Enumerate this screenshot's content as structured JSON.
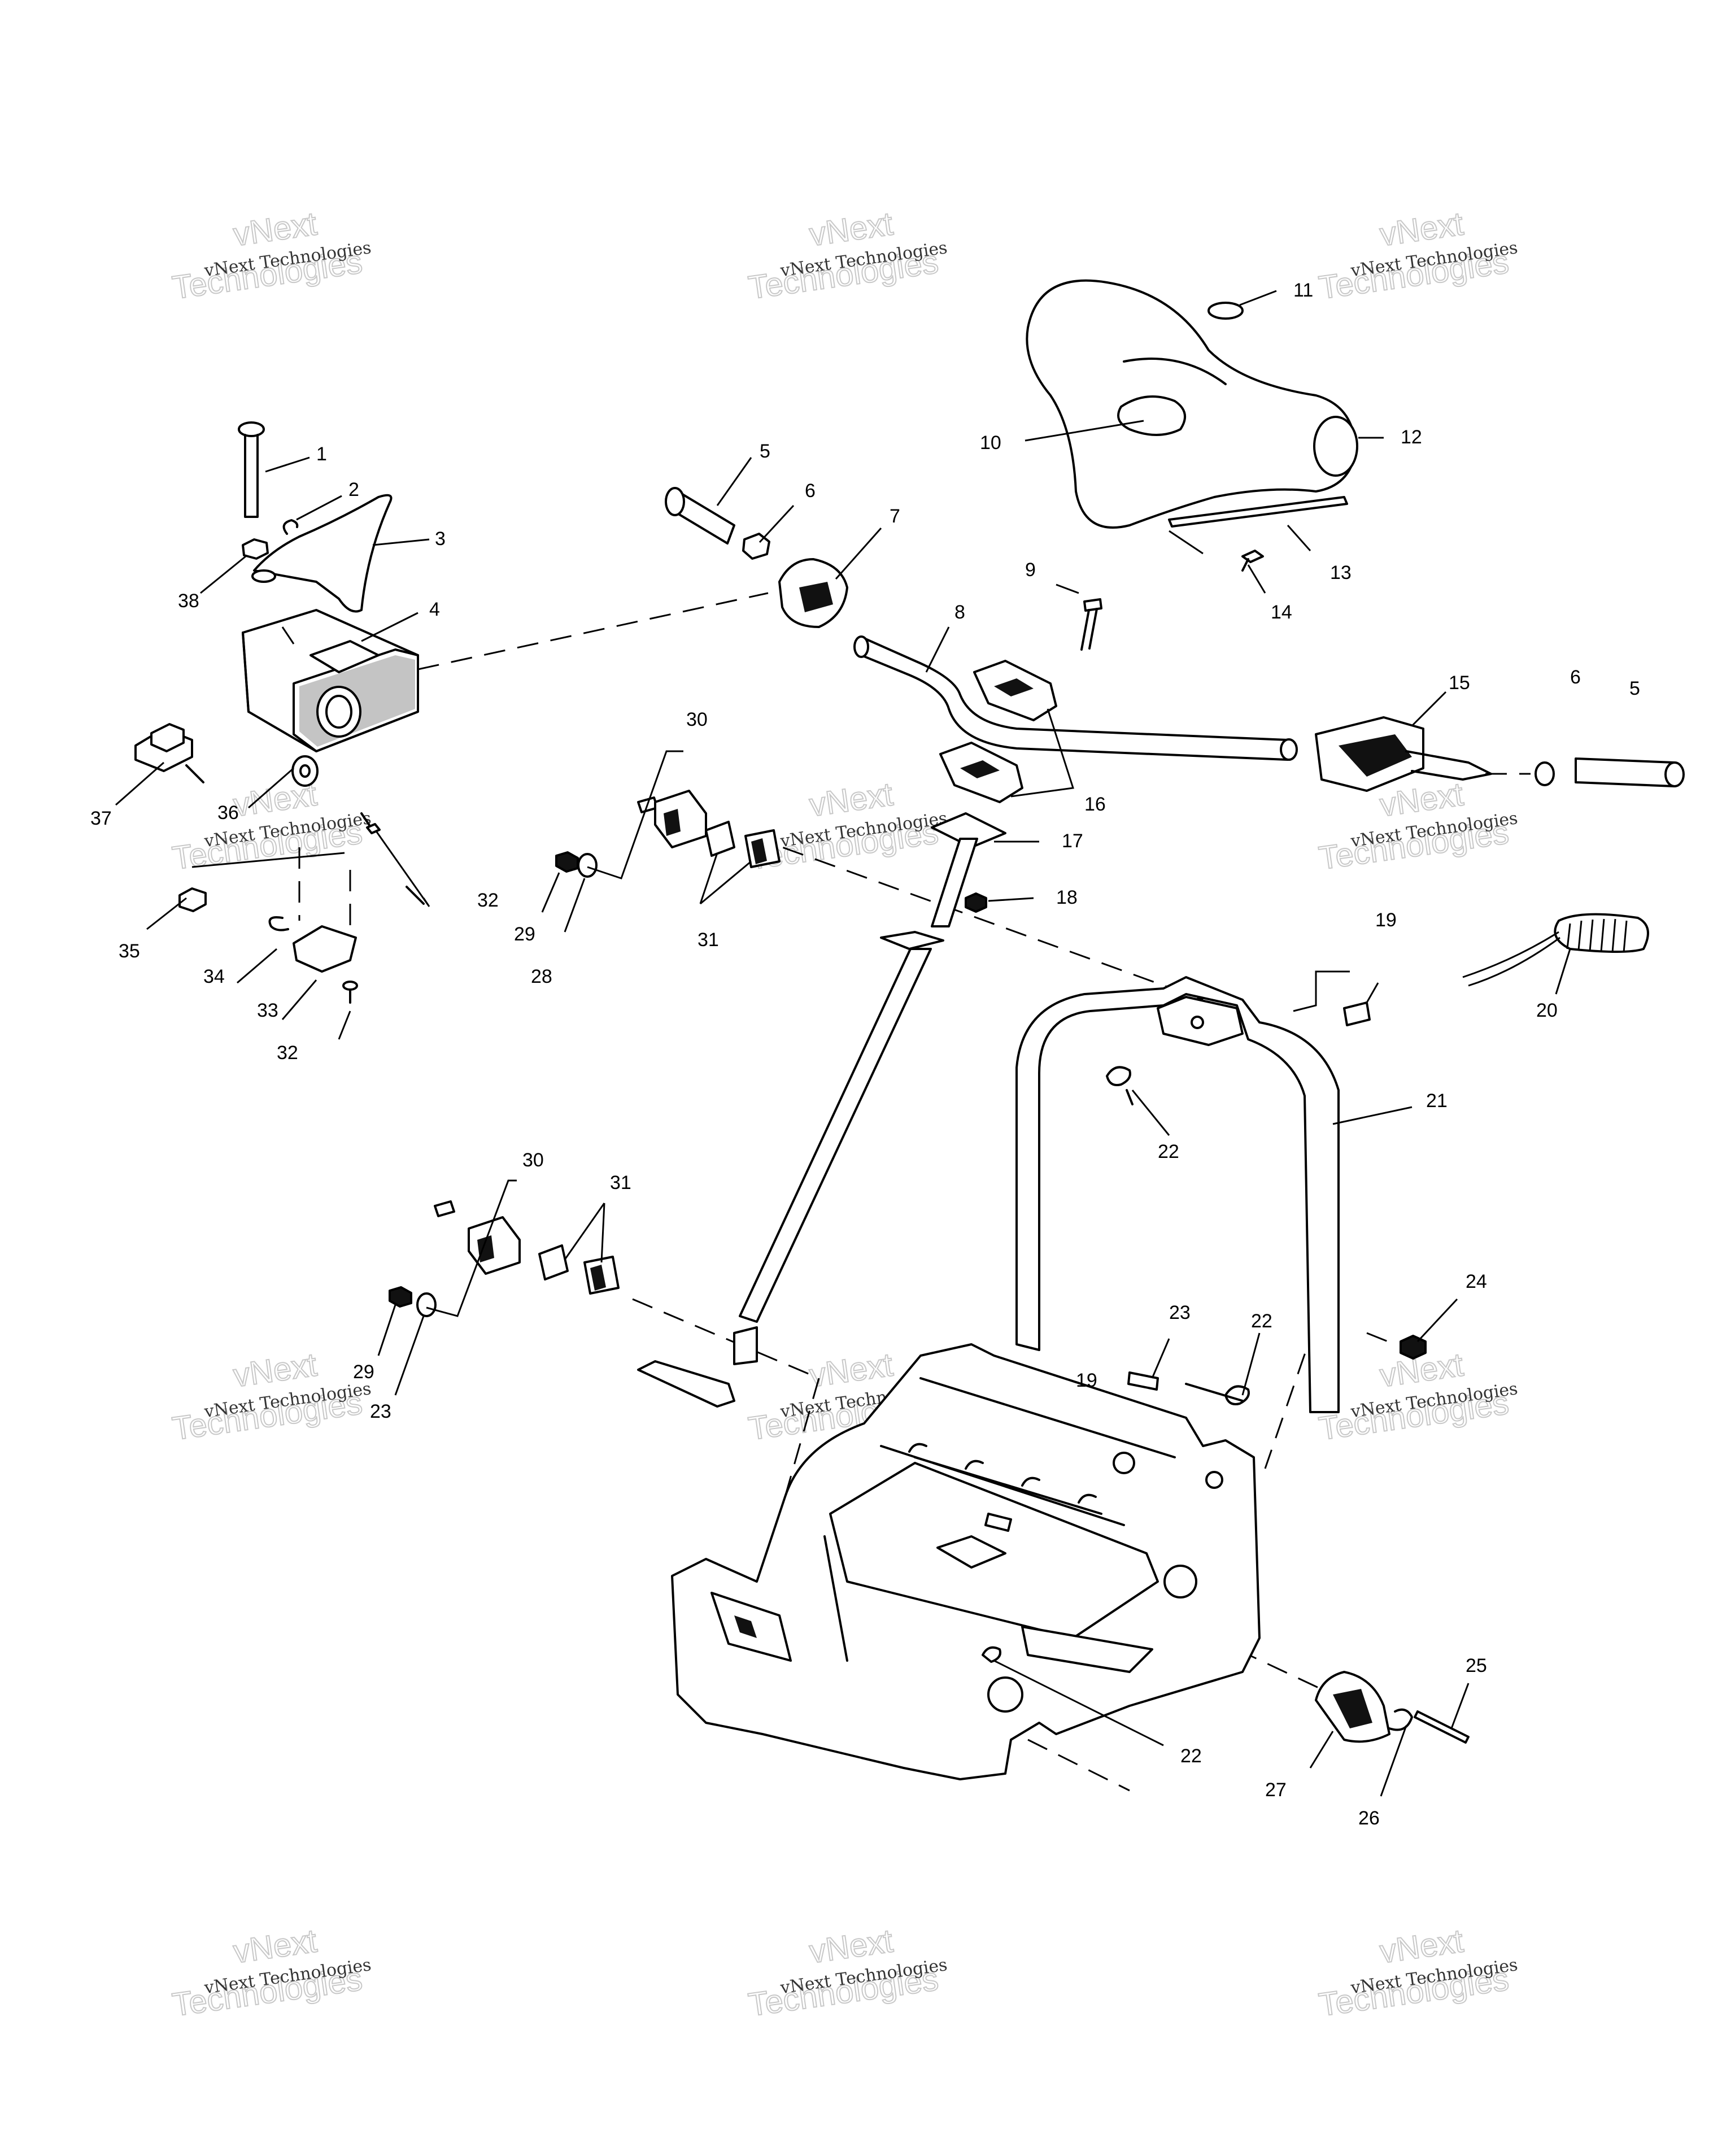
{
  "watermark": {
    "line1": "vNext Technologies",
    "line2_top": "vNext",
    "line2_bottom": "Technologies"
  },
  "callouts": {
    "c1": "1",
    "c2": "2",
    "c3": "3",
    "c4": "4",
    "c5a": "5",
    "c5b": "5",
    "c6a": "6",
    "c6b": "6",
    "c7": "7",
    "c8": "8",
    "c9": "9",
    "c10": "10",
    "c11": "11",
    "c12": "12",
    "c13": "13",
    "c14": "14",
    "c15": "15",
    "c16": "16",
    "c17": "17",
    "c18": "18",
    "c19a": "19",
    "c19b": "19",
    "c20": "20",
    "c21": "21",
    "c22a": "22",
    "c22b": "22",
    "c22c": "22",
    "c23a": "23",
    "c23b": "23",
    "c24": "24",
    "c25": "25",
    "c26": "26",
    "c27": "27",
    "c28": "28",
    "c29a": "29",
    "c29b": "29",
    "c30a": "30",
    "c30b": "30",
    "c31a": "31",
    "c31b": "31",
    "c32a": "32",
    "c32b": "32",
    "c33": "33",
    "c34": "34",
    "c35": "35",
    "c36": "36",
    "c37": "37",
    "c38": "38"
  }
}
